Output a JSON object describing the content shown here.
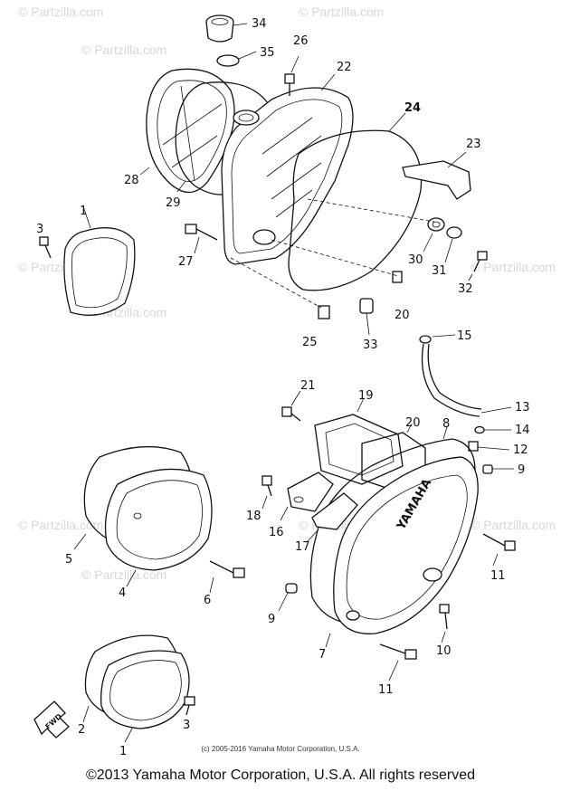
{
  "watermark": {
    "text": "© Partzilla.com"
  },
  "parts": [
    {
      "id": "p34",
      "text": "34"
    },
    {
      "id": "p35",
      "text": "35"
    },
    {
      "id": "p26",
      "text": "26"
    },
    {
      "id": "p22",
      "text": "22"
    },
    {
      "id": "p24",
      "text": "24"
    },
    {
      "id": "p23",
      "text": "23"
    },
    {
      "id": "p28",
      "text": "28"
    },
    {
      "id": "p29",
      "text": "29"
    },
    {
      "id": "p1a",
      "text": "1"
    },
    {
      "id": "p3a",
      "text": "3"
    },
    {
      "id": "p27",
      "text": "27"
    },
    {
      "id": "p30",
      "text": "30"
    },
    {
      "id": "p31",
      "text": "31"
    },
    {
      "id": "p32",
      "text": "32"
    },
    {
      "id": "p20b",
      "text": "20"
    },
    {
      "id": "p25",
      "text": "25"
    },
    {
      "id": "p33",
      "text": "33"
    },
    {
      "id": "p15",
      "text": "15"
    },
    {
      "id": "p21",
      "text": "21"
    },
    {
      "id": "p19",
      "text": "19"
    },
    {
      "id": "p20",
      "text": "20"
    },
    {
      "id": "p8",
      "text": "8"
    },
    {
      "id": "p13",
      "text": "13"
    },
    {
      "id": "p14",
      "text": "14"
    },
    {
      "id": "p12",
      "text": "12"
    },
    {
      "id": "p9a",
      "text": "9"
    },
    {
      "id": "p18",
      "text": "18"
    },
    {
      "id": "p16",
      "text": "16"
    },
    {
      "id": "p17",
      "text": "17"
    },
    {
      "id": "p5",
      "text": "5"
    },
    {
      "id": "p4",
      "text": "4"
    },
    {
      "id": "p6",
      "text": "6"
    },
    {
      "id": "p11a",
      "text": "11"
    },
    {
      "id": "p9b",
      "text": "9"
    },
    {
      "id": "p7",
      "text": "7"
    },
    {
      "id": "p10",
      "text": "10"
    },
    {
      "id": "p11b",
      "text": "11"
    },
    {
      "id": "p2",
      "text": "2"
    },
    {
      "id": "p1b",
      "text": "1"
    },
    {
      "id": "p3b",
      "text": "3"
    }
  ],
  "cover_brand": "YAMAHA",
  "fwd_label": "FWD",
  "inner_copyright": "(c) 2005-2016 Yamaha Motor Corporation, U.S.A.",
  "footer_copyright": "©2013 Yamaha Motor Corporation, U.S.A. All rights reserved"
}
